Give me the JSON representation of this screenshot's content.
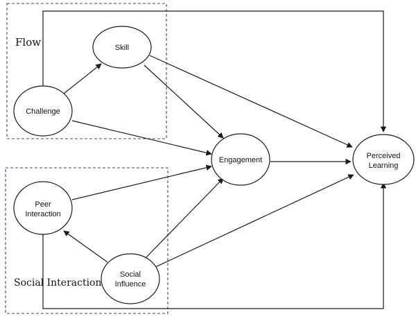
{
  "groups": {
    "flow": {
      "label": "Flow"
    },
    "social": {
      "label": "Social Interaction"
    }
  },
  "nodes": {
    "skill": {
      "lines": [
        "Skill"
      ]
    },
    "challenge": {
      "lines": [
        "Challenge"
      ]
    },
    "engagement": {
      "lines": [
        "Engagement"
      ]
    },
    "perceived": {
      "lines": [
        "Perceived",
        "Learning"
      ]
    },
    "peer": {
      "lines": [
        "Peer",
        "Interaction"
      ]
    },
    "social_influence": {
      "lines": [
        "Social",
        "Influence"
      ]
    }
  },
  "edges": [
    {
      "from": "Challenge",
      "to": "Skill"
    },
    {
      "from": "Challenge",
      "to": "Engagement"
    },
    {
      "from": "Challenge",
      "to": "Perceived Learning"
    },
    {
      "from": "Skill",
      "to": "Engagement"
    },
    {
      "from": "Skill",
      "to": "Perceived Learning"
    },
    {
      "from": "Engagement",
      "to": "Perceived Learning"
    },
    {
      "from": "Peer Interaction",
      "to": "Engagement"
    },
    {
      "from": "Peer Interaction",
      "to": "Perceived Learning"
    },
    {
      "from": "Social Influence",
      "to": "Peer Interaction"
    },
    {
      "from": "Social Influence",
      "to": "Engagement"
    },
    {
      "from": "Social Influence",
      "to": "Perceived Learning"
    }
  ],
  "colors": {
    "line": "#1a1a1a",
    "group_border": "#2f4e6f",
    "background": "#ffffff"
  }
}
